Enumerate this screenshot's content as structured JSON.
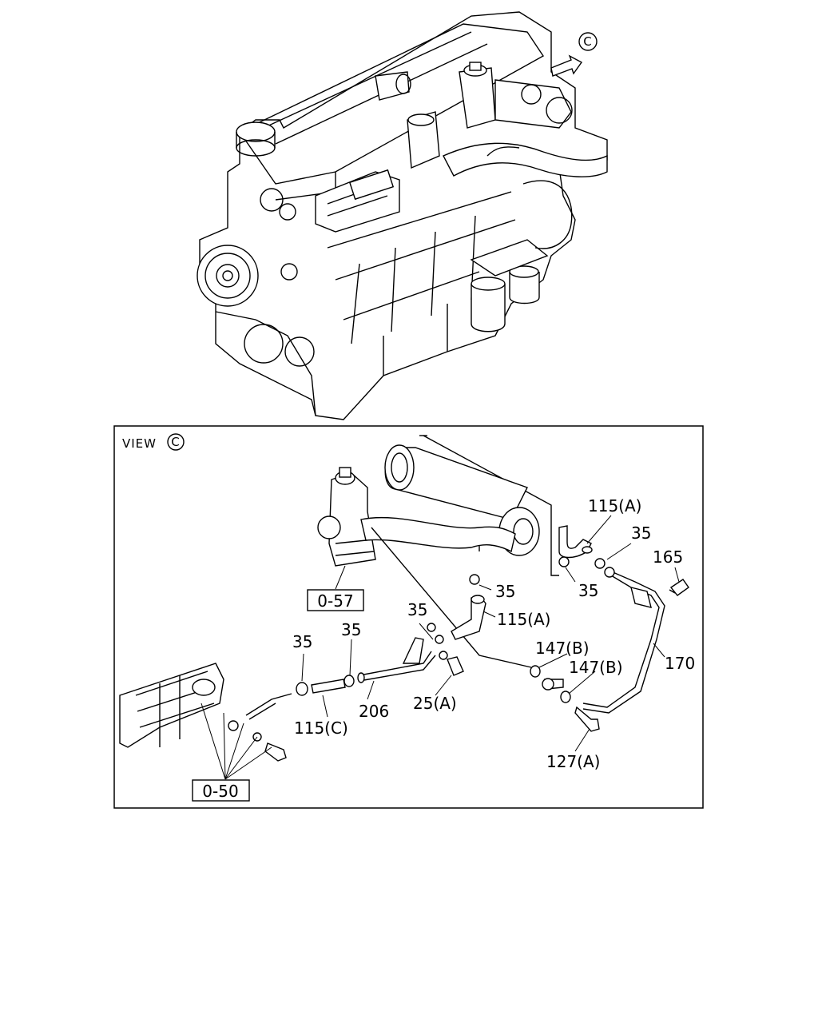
{
  "view_marker": {
    "letter": "C"
  },
  "view_title": {
    "prefix": "VIEW",
    "letter": "C"
  },
  "boxed_refs": {
    "egr_valve": "0-57",
    "manifold": "0-50"
  },
  "callouts": {
    "hose_upper": "115(A)",
    "clip_upper_right": "35",
    "bolt_165": "165",
    "clip_cooler_mid": "35",
    "clip_right_lower": "35",
    "hose_mid": "115(A)",
    "clip_bracket": "35",
    "clip_hose_c_left": "35",
    "clip_hose_c_right": "35",
    "washer_upper": "147(B)",
    "washer_lower": "147(B)",
    "pipe_170": "170",
    "pipe_206": "206",
    "bolt_25a": "25(A)",
    "hose_c": "115(C)",
    "bolt_127a": "127(A)"
  }
}
